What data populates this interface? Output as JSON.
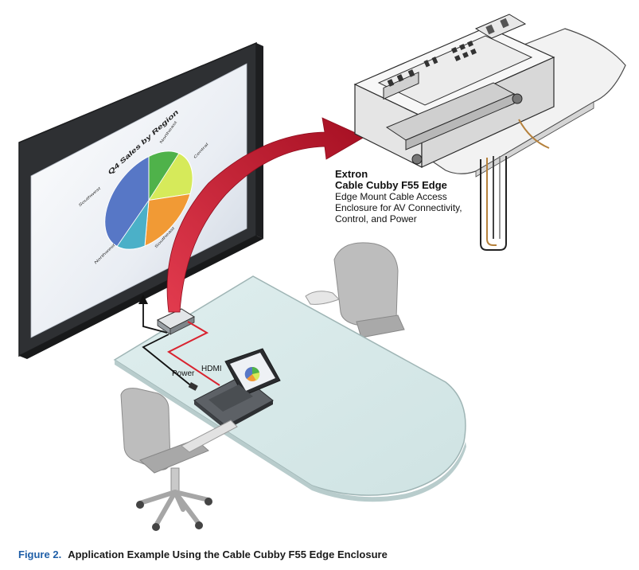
{
  "chart_title": "Q4 Sales by Region",
  "chart_labels": {
    "northeast": "Northeast",
    "central": "Central",
    "southwest": "Southwest",
    "southeast": "Southeast",
    "northwest": "Northwest"
  },
  "chart_colors": {
    "northeast": "#4fb24a",
    "central": "#d6ea5a",
    "southwest": "#5777c6",
    "southeast": "#f19a35",
    "northwest": "#4bb0c8"
  },
  "cable_labels": {
    "power": "Power",
    "hdmi": "HDMI"
  },
  "callout": {
    "brand": "Extron",
    "model": "Cable Cubby F55 Edge",
    "line1": "Edge Mount Cable Access",
    "line2": "Enclosure for AV Connectivity,",
    "line3": "Control, and Power"
  },
  "caption": {
    "figure": "Figure 2.",
    "text": "Application Example Using the Cable Cubby F55 Edge Enclosure"
  },
  "colors": {
    "arrow": "#c3122b",
    "hdmi_cable": "#d9232f",
    "caption_figure": "#1f5fa8"
  }
}
